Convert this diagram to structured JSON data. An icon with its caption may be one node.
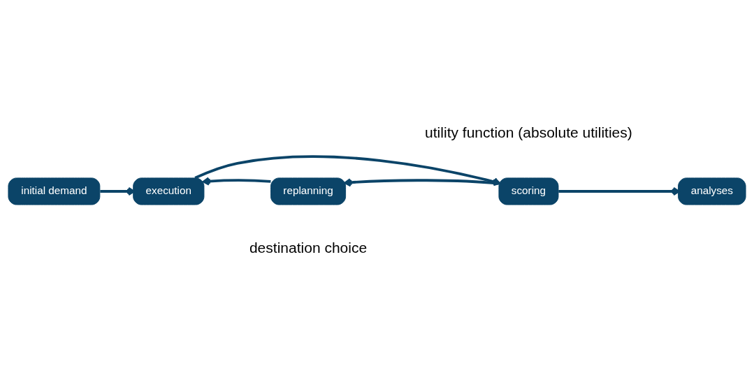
{
  "diagram": {
    "nodes": [
      {
        "text": [
          "initial demand"
        ]
      },
      {
        "text": [
          "execution"
        ]
      },
      {
        "text": [
          "scoring"
        ]
      },
      {
        "text": [
          "analyses"
        ]
      },
      {
        "text": [
          "replanning"
        ]
      }
    ],
    "edges": [
      {
        "from": 0,
        "to": 1,
        "arrow": "to"
      },
      {
        "from": 1,
        "to": 2,
        "arrow": "to"
      },
      {
        "from": 2,
        "to": 3,
        "arrow": "to"
      },
      {
        "from": 2,
        "to": 4,
        "arrow": "to"
      },
      {
        "from": 4,
        "to": 1,
        "arrow": "to"
      }
    ],
    "labels": [
      "utility function (absolute utilities)",
      "destination choice"
    ]
  }
}
